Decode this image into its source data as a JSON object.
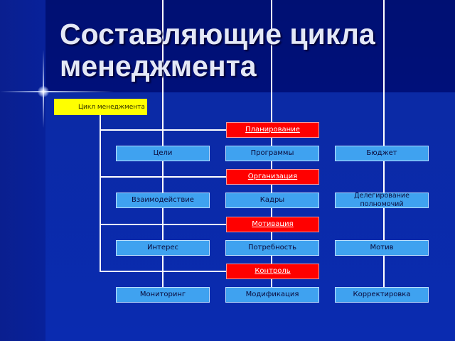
{
  "title": "Составляющие цикла менеджмента",
  "cycle_label": "Цикл менеджмента",
  "stages": [
    {
      "label": "Планирование",
      "items": [
        "Цели",
        "Программы",
        "Бюджет"
      ]
    },
    {
      "label": "Организация",
      "items": [
        "Взаимодействие",
        "Кадры",
        "Делегирование полномочий"
      ]
    },
    {
      "label": "Мотивация",
      "items": [
        "Интерес",
        "Потребность",
        "Мотив"
      ]
    },
    {
      "label": "Контроль",
      "items": [
        "Мониторинг",
        "Модификация",
        "Корректировка"
      ]
    }
  ],
  "colors": {
    "background": "#000a80",
    "cycle_box": "#ffff00",
    "stage_box": "#ff0000",
    "item_box": "#3fa2f0",
    "connector": "#ffffff"
  }
}
